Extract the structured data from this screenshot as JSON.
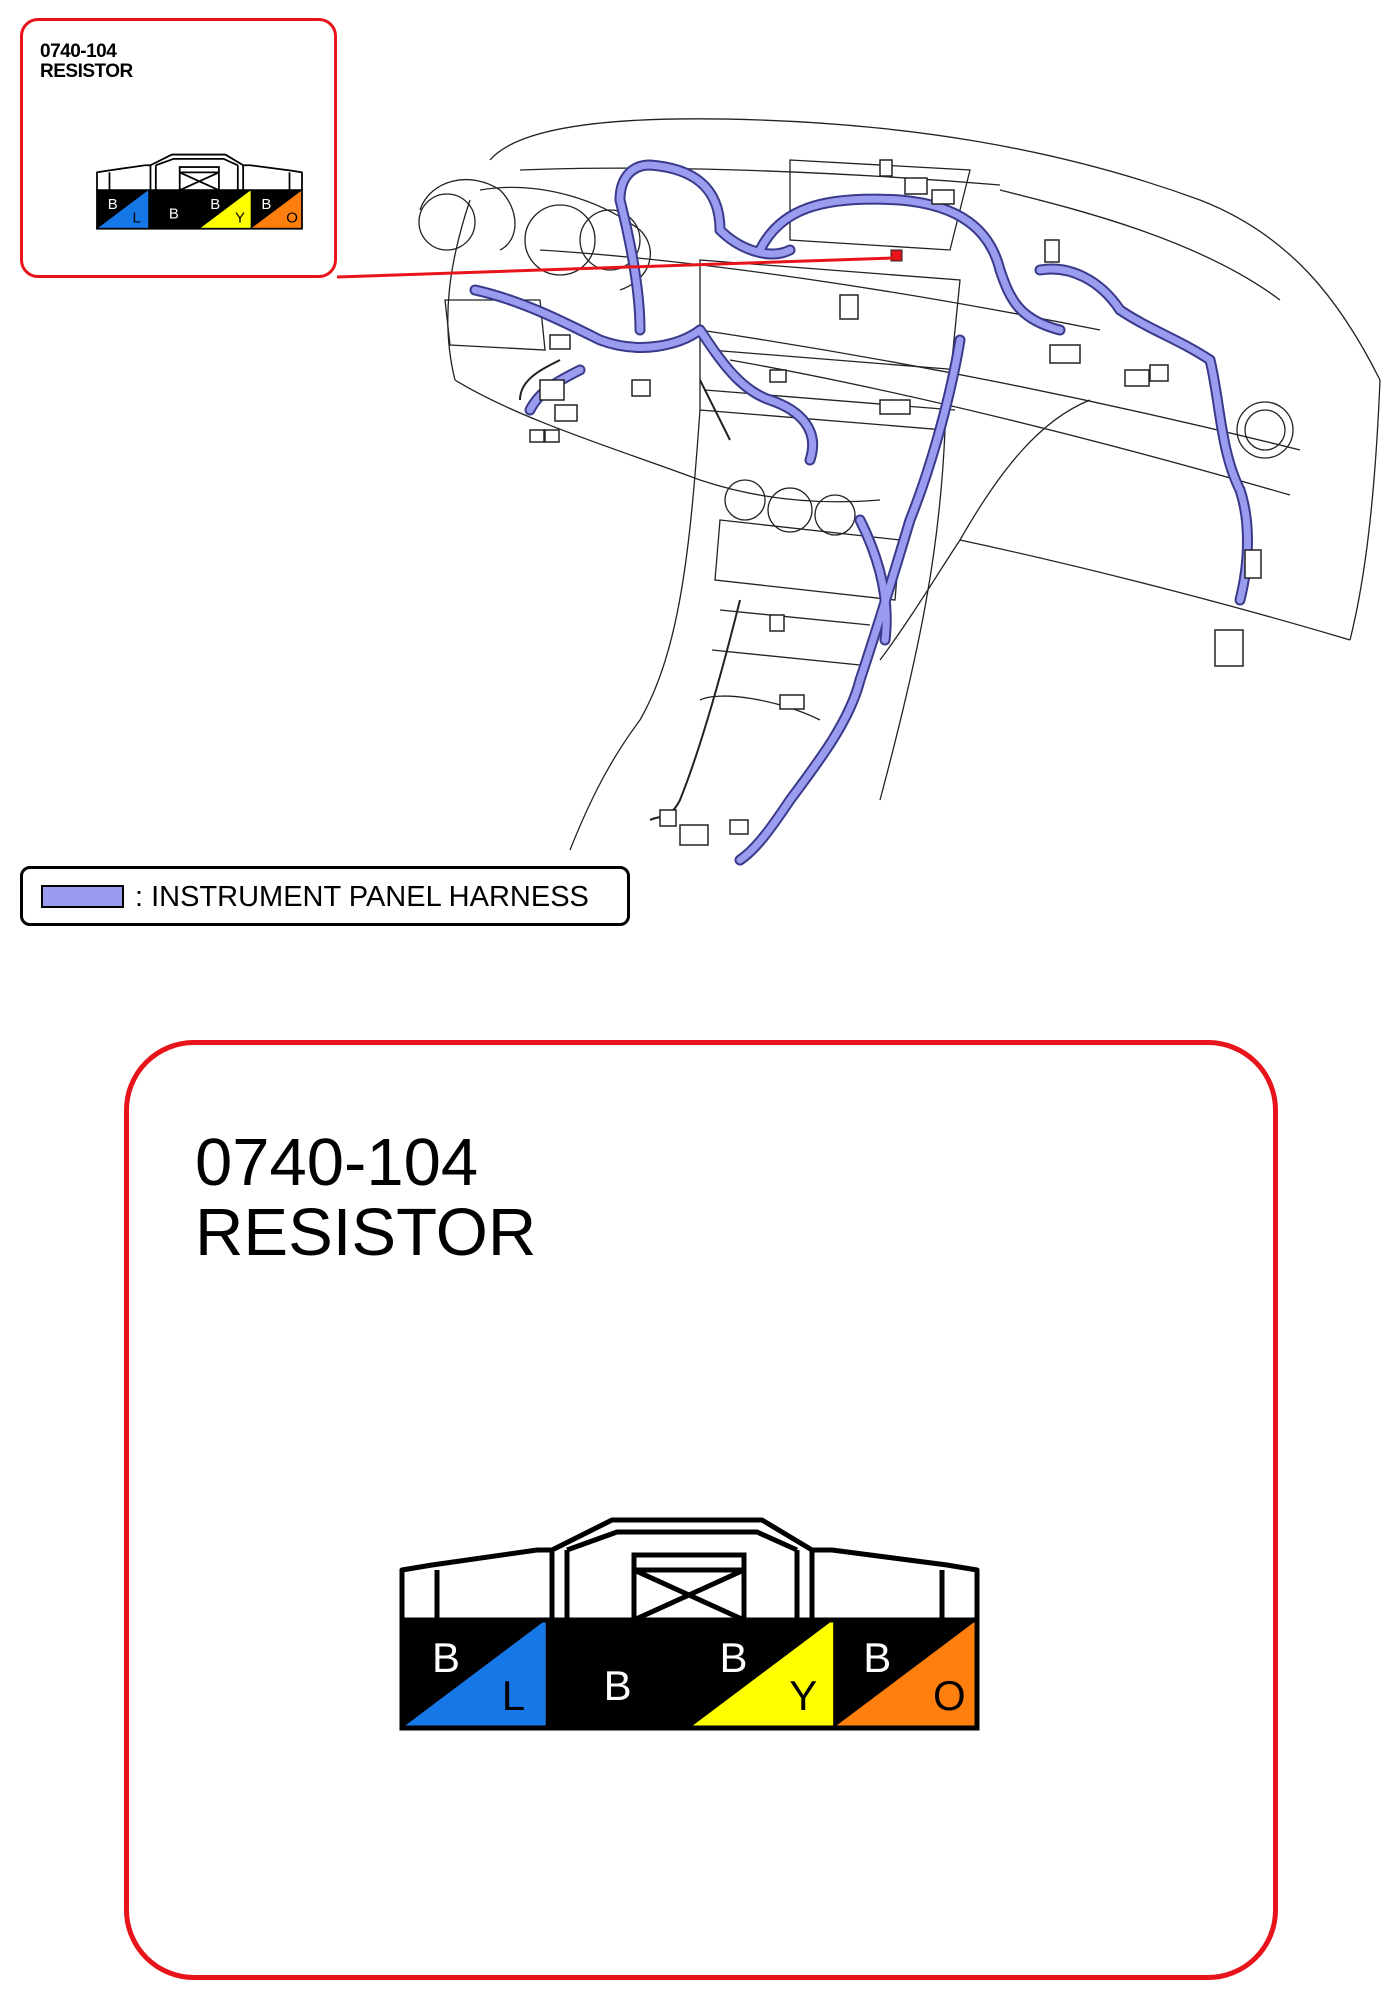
{
  "connector": {
    "code": "0740-104",
    "name": "RESISTOR",
    "pins": [
      {
        "top": "B",
        "bottom": "L",
        "fill": "#1677e6"
      },
      {
        "top": "",
        "bottom": "B",
        "fill": "#000000"
      },
      {
        "top": "B",
        "bottom": "Y",
        "fill": "#ffff00"
      },
      {
        "top": "B",
        "bottom": "O",
        "fill": "#ff7f0e"
      }
    ]
  },
  "legend": {
    "label": ": INSTRUMENT PANEL HARNESS",
    "harness_color": "#9a9cf0"
  },
  "colors": {
    "callout_red": "#e8141b"
  }
}
